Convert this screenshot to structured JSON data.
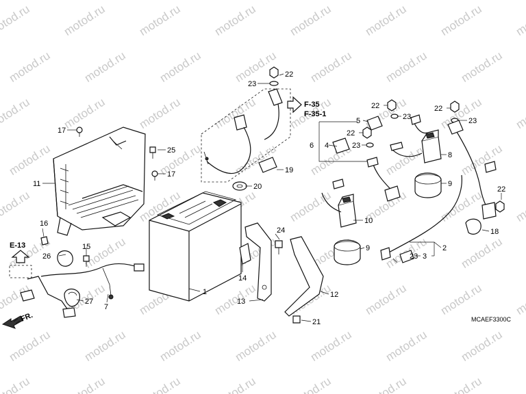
{
  "watermark": "motod.ru",
  "diagram_code": "MCAEF3300C",
  "references": {
    "f35": "F-35",
    "f351": "F-35-1",
    "e13": "E-13",
    "front": "FR."
  },
  "callouts": {
    "c1": "1",
    "c2": "2",
    "c3": "3",
    "c4": "4",
    "c5": "5",
    "c6": "6",
    "c7": "7",
    "c8": "8",
    "c9a": "9",
    "c9b": "9",
    "c10": "10",
    "c11": "11",
    "c12": "12",
    "c13": "13",
    "c14": "14",
    "c15": "15",
    "c16": "16",
    "c17a": "17",
    "c17b": "17",
    "c18": "18",
    "c19": "19",
    "c20": "20",
    "c21": "21",
    "c22a": "22",
    "c22b": "22",
    "c22c": "22",
    "c22d": "22",
    "c22e": "22",
    "c23a": "23",
    "c23b": "23",
    "c23c": "23",
    "c23d": "23",
    "c23e": "23",
    "c24": "24",
    "c25": "25",
    "c26": "26",
    "c27": "27"
  }
}
